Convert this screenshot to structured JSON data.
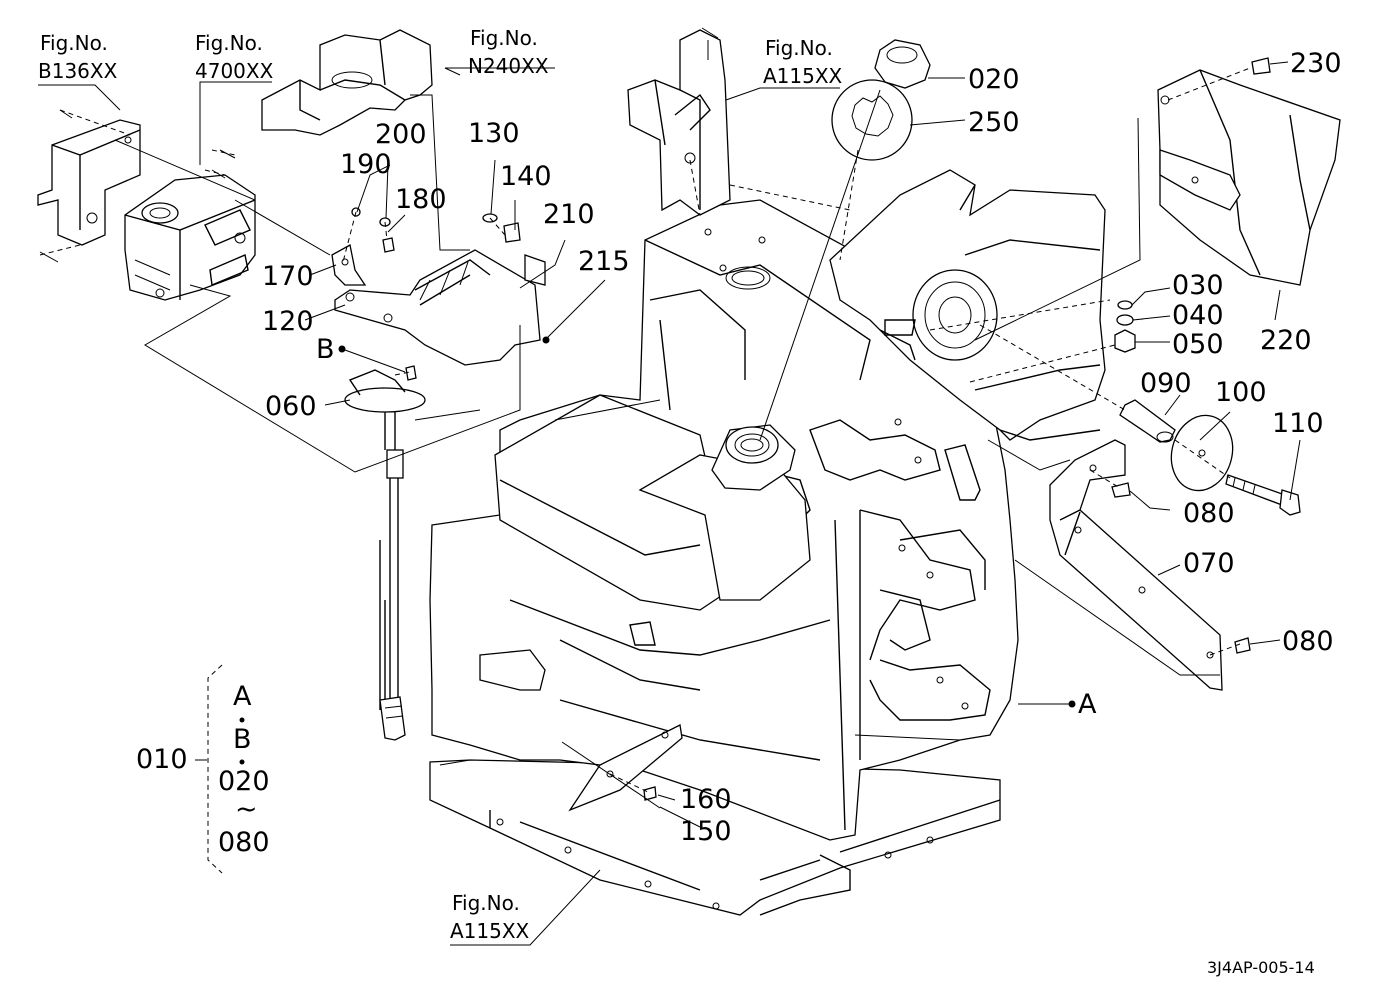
{
  "callouts": {
    "c010": "010",
    "c020": "020",
    "c030": "030",
    "c040": "040",
    "c050": "050",
    "c060": "060",
    "c070": "070",
    "c080a": "080",
    "c080b": "080",
    "c090": "090",
    "c100": "100",
    "c110": "110",
    "c120": "120",
    "c130": "130",
    "c140": "140",
    "c150": "150",
    "c160": "160",
    "c170": "170",
    "c180": "180",
    "c190": "190",
    "c200": "200",
    "c210": "210",
    "c215": "215",
    "c220": "220",
    "c230": "230",
    "c250": "250"
  },
  "figure_refs": {
    "b136": {
      "label": "Fig.No.",
      "code": "B136XX"
    },
    "f4700": {
      "label": "Fig.No.",
      "code": "4700XX"
    },
    "n240": {
      "label": "Fig.No.",
      "code": "N240XX"
    },
    "a115_top": {
      "label": "Fig.No.",
      "code": "A115XX"
    },
    "a115_bottom": {
      "label": "Fig.No.",
      "code": "A115XX"
    }
  },
  "markers": {
    "a": "A",
    "b": "B"
  },
  "kit_010": {
    "line1": "A",
    "line2": "B",
    "line3": "020",
    "tilde": "~",
    "line4": "080"
  },
  "drawing_code": "3J4AP-005-14"
}
